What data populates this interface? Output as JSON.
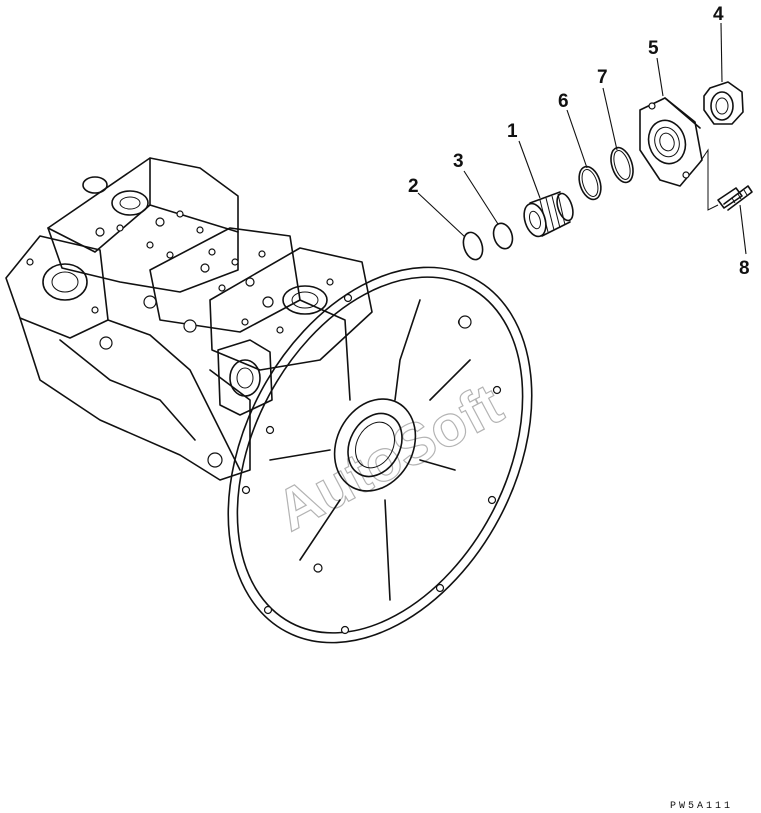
{
  "callouts": [
    {
      "id": "1",
      "label": "1"
    },
    {
      "id": "2",
      "label": "2"
    },
    {
      "id": "3",
      "label": "3"
    },
    {
      "id": "4",
      "label": "4"
    },
    {
      "id": "5",
      "label": "5"
    },
    {
      "id": "6",
      "label": "6"
    },
    {
      "id": "7",
      "label": "7"
    },
    {
      "id": "8",
      "label": "8"
    }
  ],
  "drawing_code": "PW5A111",
  "watermark": "AutoSoft"
}
